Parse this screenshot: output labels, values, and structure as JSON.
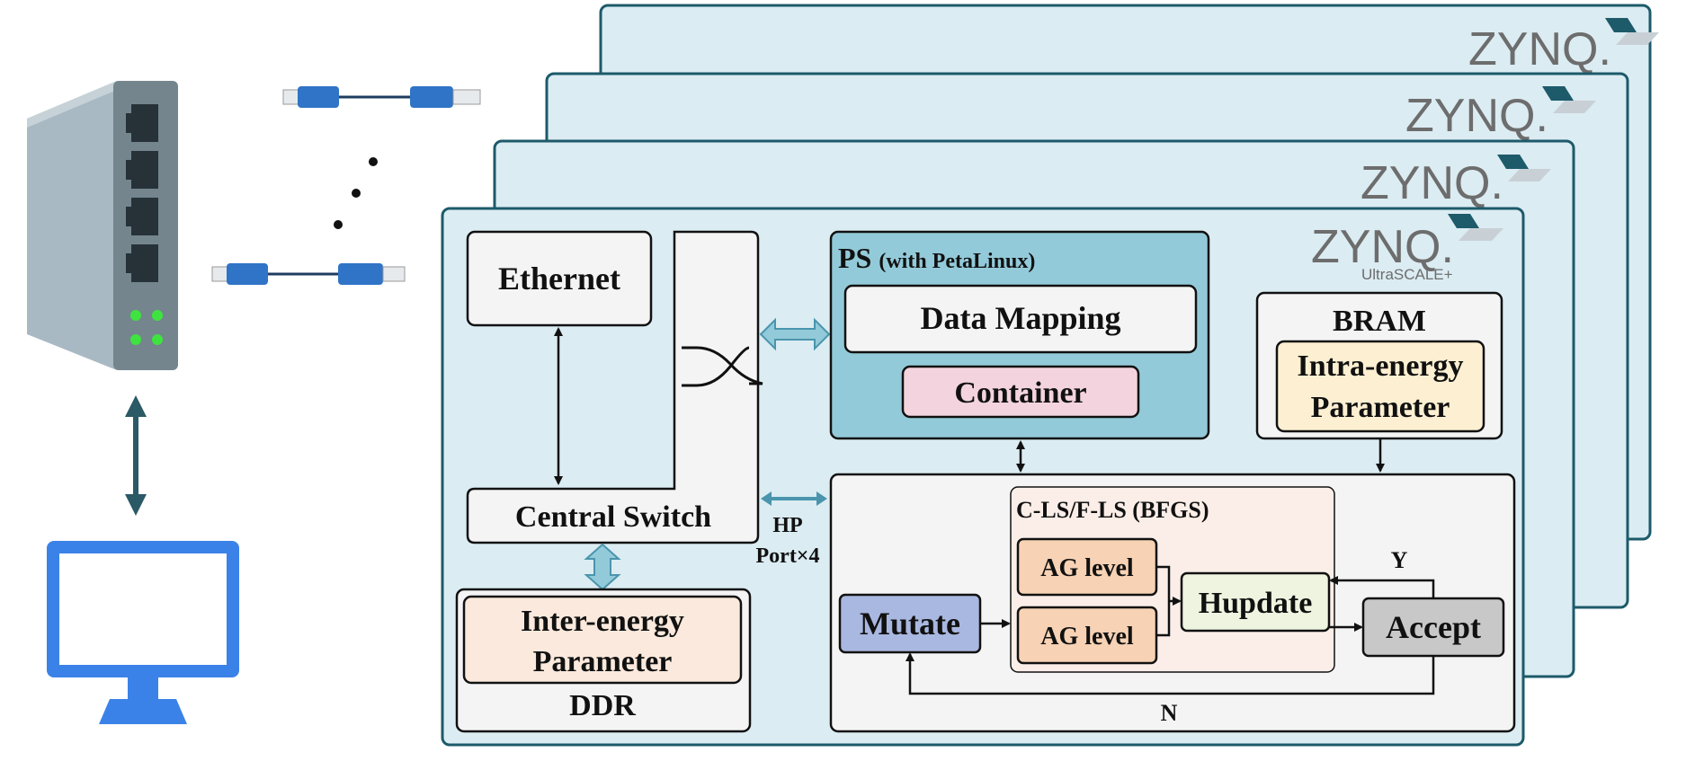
{
  "board": {
    "logo": "ZYNQ.",
    "logo_sub": "UltraSCALE+",
    "copies": 4
  },
  "left": {
    "switch_device": "network-switch",
    "cables": "ethernet-cable",
    "dots": "• • •",
    "monitor": "computer-monitor"
  },
  "blocks": {
    "ethernet": "Ethernet",
    "central_switch": "Central Switch",
    "hp_port_line1": "HP",
    "hp_port_line2": "Port×4",
    "inter_energy_line1": "Inter-energy",
    "inter_energy_line2": "Parameter",
    "ddr": "DDR",
    "ps_title": "PS",
    "ps_subtitle": "(with PetaLinux)",
    "data_mapping": "Data Mapping",
    "container": "Container",
    "bram": "BRAM",
    "intra_energy_line1": "Intra-energy",
    "intra_energy_line2": "Parameter",
    "cls_title": "C-LS/F-LS (BFGS)",
    "ag_level_1": "AG level",
    "ag_level_2": "AG level",
    "hupdate": "Hupdate",
    "mutate": "Mutate",
    "accept": "Accept",
    "yes_label": "Y",
    "no_label": "N"
  },
  "colors": {
    "board_fill": "#dbecf2",
    "board_stroke": "#1d5a6a",
    "ps_fill": "#93cad9",
    "container_fill": "#f3d4de",
    "param_fill": "#fae9dc",
    "bram_param_fill": "#fdf0d2",
    "ag_fill": "#f7d2b4",
    "cls_fill": "#fbeee8",
    "hupdate_fill": "#eef4df",
    "mutate_fill": "#a9b8e0",
    "accept_fill": "#c8c8c8",
    "light_fill": "#f4f4f4",
    "arrow_teal": "#4a95ad",
    "arrow_dark": "#2b5965",
    "monitor_blue": "#3b82e8"
  }
}
